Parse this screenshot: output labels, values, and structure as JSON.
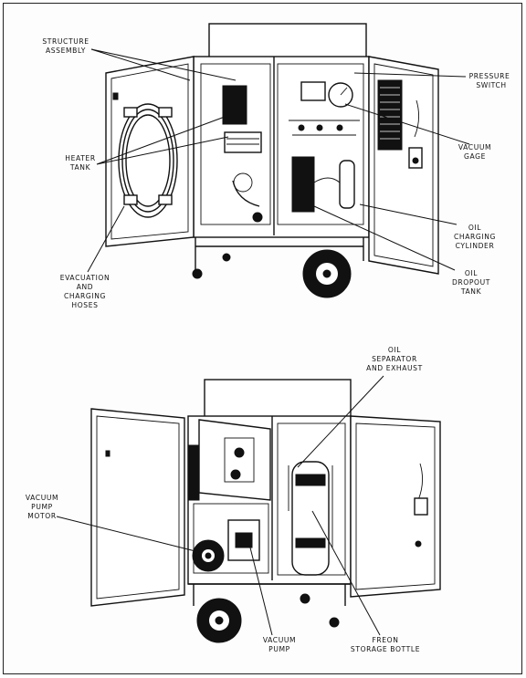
{
  "figure": {
    "top_view": {
      "labels": {
        "structure_assembly": [
          "STRUCTURE",
          "ASSEMBLY"
        ],
        "heater_tank": [
          "HEATER",
          "TANK"
        ],
        "evacuation_hoses": [
          "EVACUATION",
          "AND",
          "CHARGING",
          "HOSES"
        ],
        "pressure_switch": [
          "PRESSURE",
          "SWITCH"
        ],
        "vacuum_gage": [
          "VACUUM",
          "GAGE"
        ],
        "oil_charging_cylinder": [
          "OIL",
          "CHARGING",
          "CYLINDER"
        ],
        "oil_dropout_tank": [
          "OIL",
          "DROPOUT",
          "TANK"
        ]
      }
    },
    "bottom_view": {
      "labels": {
        "oil_separator": [
          "OIL",
          "SEPARATOR",
          "AND EXHAUST"
        ],
        "vacuum_pump_motor": [
          "VACUUM",
          "PUMP",
          "MOTOR"
        ],
        "vacuum_pump": [
          "VACUUM",
          "PUMP"
        ],
        "freon_storage_bottle": [
          "FREON",
          "STORAGE BOTTLE"
        ]
      }
    }
  }
}
